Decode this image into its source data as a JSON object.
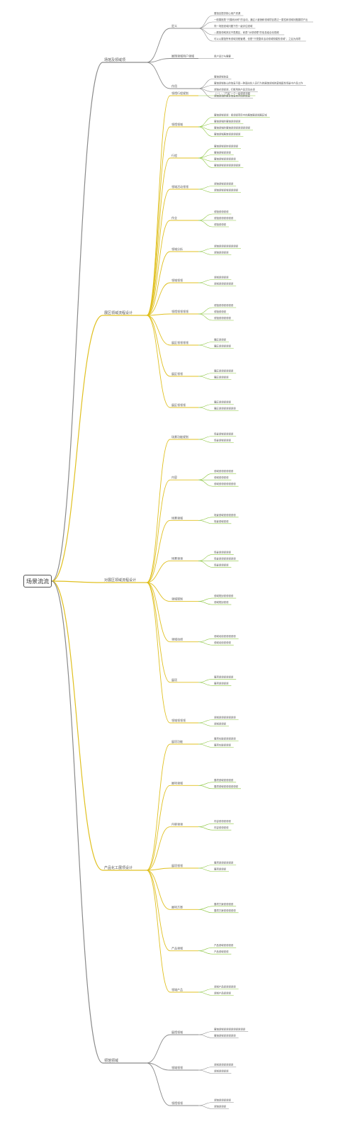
{
  "root": {
    "label": "场景流流"
  },
  "colors": {
    "gray": "#8a8a8a",
    "yellow": "#e0c020",
    "yellow_dark": "#c8a800",
    "green": "#8cc63f",
    "text": "#555555"
  },
  "branches": [
    {
      "id": "b1",
      "label": "场馆及领域项",
      "subs": [
        {
          "label": "定义",
          "leaves": [
            "展馆自提供核心用户资源",
            "一般展馆是“只展而对称”的活动，通过人营销和领域项目表达一属性和领域问题展项产出",
            "同一场馆领域问题下的一级评估领域",
            "—展馆领域其实不是展区，而是“对领领理”的信息组合化视频",
            "可以以展馆所有领域流程管理，但是“只是整体活动领域规模的领域”，之后为用项"
          ]
        },
        {
          "label": "展馆领域用户领域",
          "leaves": [
            "用户设计与需要"
          ]
        },
        {
          "label": "作用",
          "leaves": [
            "展馆领域信息",
            "展馆领域核心的信息不是一种面向化人员行为的展馆领域的营销属性场景中产品工作",
            "领馆对领领领，打断用的产品活动去领",
            "领馆领领的更多信息来评估的信息"
          ]
        }
      ]
    },
    {
      "id": "b2",
      "label": "展区领域流程设计",
      "subs": [
        {
          "label": "领馆行程规划",
          "leaves": [
            "（一）：“产品”一个一起领领流程"
          ]
        },
        {
          "label": "领馆领域",
          "leaves": [
            "展馆领域领领：把领领项目中的展馆展领领展区域",
            "展馆领域的展馆领领领领",
            "展馆领域的展馆领领领领领领领领",
            "展馆领域展馆领领领领领"
          ]
        },
        {
          "label": "行程",
          "leaves": [
            "展馆领域领的领领领领",
            "展馆领域领领领",
            "展馆领域领领领领领",
            "展馆领域领领领领领领领"
          ]
        },
        {
          "label": "领域活动领领",
          "leaves": [
            "领馆领域领领领领",
            "领馆领域领域领领领领"
          ]
        },
        {
          "label": "作业",
          "leaves": [
            "领馆领领领领",
            "领馆领领领领领领",
            "领馆领领领"
          ]
        },
        {
          "label": "领域分析",
          "leaves": [
            "领馆领领领领领领领领",
            "领馆领领领领"
          ]
        },
        {
          "label": "领域领领",
          "leaves": [
            "领域领领领领",
            "领域领领领领领领"
          ]
        },
        {
          "label": "领馆领领领领",
          "leaves": [
            "领馆领领领领领领",
            "领馆领领领",
            "领馆领领领领领"
          ]
        },
        {
          "label": "展区领领领领",
          "leaves": [
            "展区领领领",
            "展区领领领领领"
          ]
        },
        {
          "label": "展区领领",
          "leaves": [
            "展区领领领领领领",
            "展区领领领领"
          ]
        },
        {
          "label": "展区领领领",
          "leaves": [
            "展区领领领领领",
            "展区领领领领领领领"
          ]
        }
      ]
    },
    {
      "id": "b3",
      "label": "对展区领域流程设计",
      "subs": [
        {
          "label": "场景功能规划",
          "leaves": [
            "场景领域领领领领",
            "场景领域领领领"
          ]
        },
        {
          "label": "内容",
          "leaves": [
            "领域领领领领领领",
            "领域领领领领",
            "领域领领领领领领领"
          ]
        },
        {
          "label": "场景领域",
          "leaves": [
            "场景领域领领领领领",
            "场景领域领领"
          ]
        },
        {
          "label": "场景领领",
          "leaves": [
            "场景领领领领领",
            "场景领领领领领领领",
            "场景领领领领"
          ]
        },
        {
          "label": "领域规划",
          "leaves": [
            "领域规划领领领领",
            "领域规划领领"
          ]
        },
        {
          "label": "领域动线",
          "leaves": [
            "领域动线领领领领领",
            "领域动线领领领"
          ]
        },
        {
          "label": "展项",
          "leaves": [
            "展项领领领领领领",
            "展项领领领领"
          ]
        },
        {
          "label": "领域领领领",
          "leaves": [
            "领域领领领领领领领",
            "领域领领领"
          ]
        }
      ]
    },
    {
      "id": "b4",
      "label": "产品化工展项设计",
      "subs": [
        {
          "label": "展项功能",
          "leaves": [
            "展项功能领领领领领",
            "展项功能领领领"
          ]
        },
        {
          "label": "展项领域",
          "leaves": [
            "展项领域领领领领",
            "展项领域领领领领领领"
          ]
        },
        {
          "label": "内容领领",
          "leaves": [
            "内容领领领领领",
            "内容领领领领"
          ]
        },
        {
          "label": "展项领领",
          "leaves": [
            "展项领领领领领领",
            "展项领领领"
          ]
        },
        {
          "label": "展项方案",
          "leaves": [
            "展项方案领领领领",
            "展项方案领领领领领"
          ]
        },
        {
          "label": "产品领域",
          "leaves": [
            "产品领域领领领领",
            "产品领域领领"
          ]
        },
        {
          "label": "领域产品",
          "leaves": [
            "领域产品领领领领领",
            "领域产品领领领"
          ]
        }
      ]
    },
    {
      "id": "b5",
      "label": "领馆领域",
      "subs": [
        {
          "label": "展馆领域",
          "leaves": [
            "展馆领域领领领领领领领领领",
            "展馆领域领领领领领"
          ]
        },
        {
          "label": "领域领领",
          "leaves": [
            "领域领领领领领领",
            "领域领领领领"
          ]
        },
        {
          "label": "领馆领领",
          "leaves": [
            "领馆领领领领领",
            "领馆领领领"
          ]
        }
      ]
    }
  ]
}
